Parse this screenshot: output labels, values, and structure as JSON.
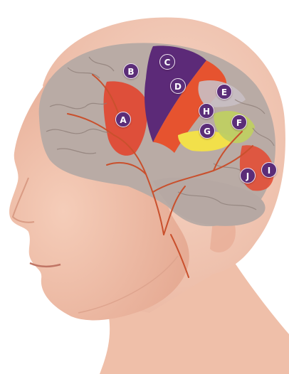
{
  "markers": [
    {
      "id": "A",
      "label": "A"
    },
    {
      "id": "B",
      "label": "B"
    },
    {
      "id": "C",
      "label": "C"
    },
    {
      "id": "D",
      "label": "D"
    },
    {
      "id": "E",
      "label": "E"
    },
    {
      "id": "F",
      "label": "F"
    },
    {
      "id": "G",
      "label": "G"
    },
    {
      "id": "H",
      "label": "H"
    },
    {
      "id": "I",
      "label": "I"
    },
    {
      "id": "J",
      "label": "J"
    }
  ],
  "colors": {
    "skin": "#f2c7b3",
    "skin_shadow": "#e3a993",
    "brain": "#b9aba5",
    "region_red": "#e2452f",
    "region_orange": "#f08a3a",
    "region_purple": "#5c2a78",
    "region_yellow": "#f2e04a",
    "region_green": "#b8d35a",
    "vessel": "#c9502d",
    "marker_fill": "#5b2d78"
  }
}
